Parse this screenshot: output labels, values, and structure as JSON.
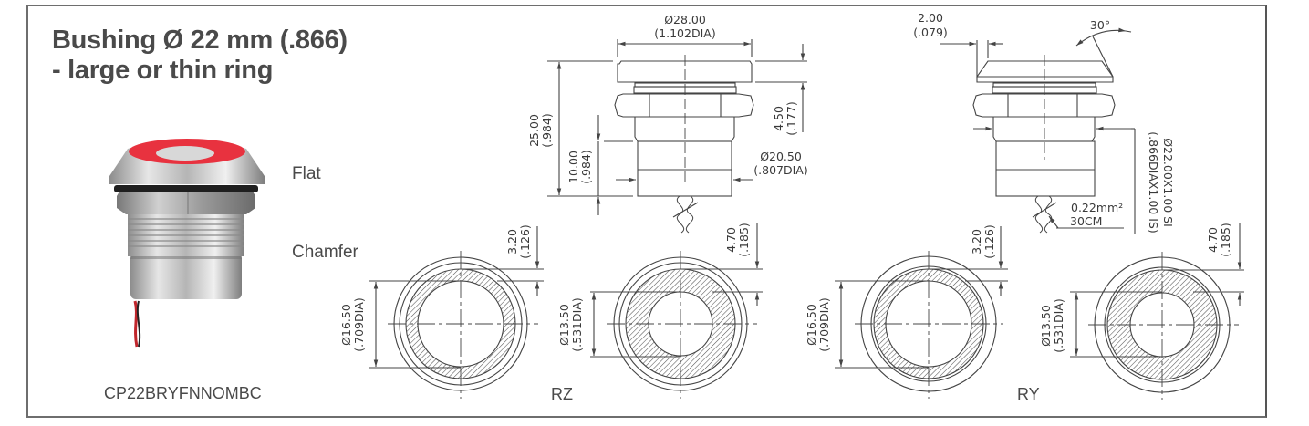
{
  "title": {
    "line1": "Bushing Ø 22 mm (.866)",
    "line2": "- large or thin ring"
  },
  "product": {
    "part_number": "CP22BRYFNNOMBC",
    "ring_color": "#e8323f"
  },
  "variants": {
    "flat_label": "Flat",
    "chamfer_label": "Chamfer",
    "rz_label": "RZ",
    "ry_label": "RY"
  },
  "side_view_flat": {
    "cap_dia": "Ø28.00",
    "cap_dia_in": "(1.102DIA)",
    "height": "25.00",
    "height_in": "(.984)",
    "body_len": "10.00",
    "body_len_in": "(.984)",
    "cap_thk": "4.50",
    "cap_thk_in": "(.177)",
    "body_dia": "Ø20.50",
    "body_dia_in": "(.807DIA)"
  },
  "side_view_chamfer": {
    "chamfer_w": "2.00",
    "chamfer_w_in": "(.079)",
    "angle": "30°",
    "wire": "0.22mm²",
    "wire_len": "30CM",
    "thread": "Ø22.00X1.00 SI",
    "thread_in": "(.866DIAX1.00 IS)"
  },
  "top_views": [
    {
      "id": "flat-large",
      "ring_w": "3.20",
      "ring_w_in": "(.126)",
      "dia": "Ø16.50",
      "dia_in": "(.709DIA)"
    },
    {
      "id": "flat-thin",
      "ring_w": "4.70",
      "ring_w_in": "(.185)",
      "dia": "Ø13.50",
      "dia_in": "(.531DIA)"
    },
    {
      "id": "chamfer-large",
      "ring_w": "3.20",
      "ring_w_in": "(.126)",
      "dia": "Ø16.50",
      "dia_in": "(.709DIA)"
    },
    {
      "id": "chamfer-thin",
      "ring_w": "4.70",
      "ring_w_in": "(.185)",
      "dia": "Ø13.50",
      "dia_in": "(.531DIA)"
    }
  ]
}
